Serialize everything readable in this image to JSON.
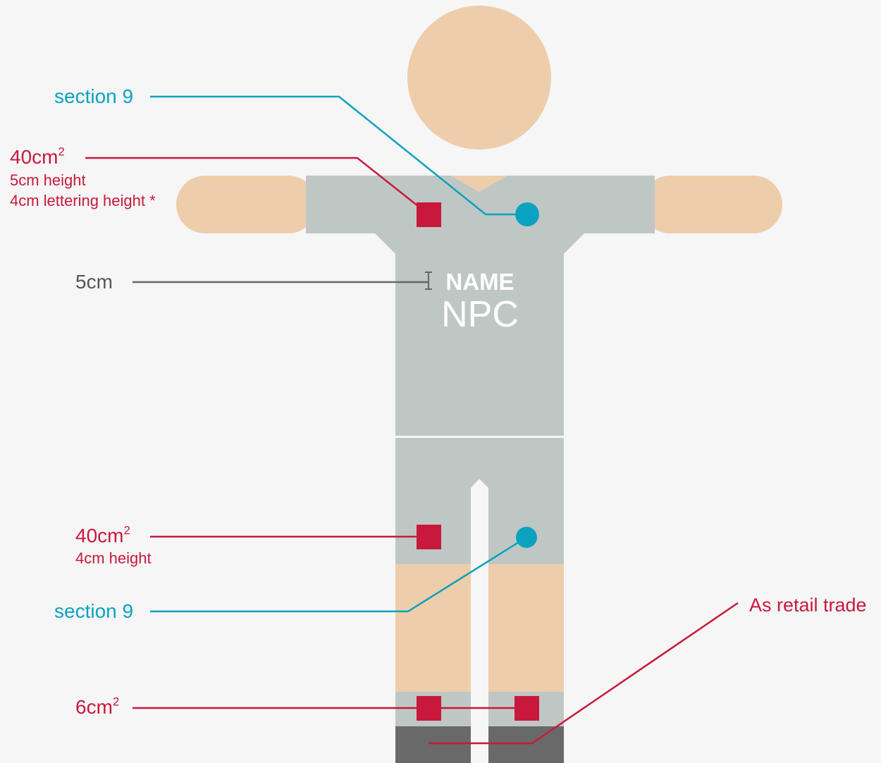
{
  "labels": {
    "section9_top": "section 9",
    "chest_logo_area": "40cm",
    "chest_logo_unit_exp": "2",
    "chest_logo_height": "5cm height",
    "chest_logo_lettering": "4cm lettering height *",
    "name_gap": "5cm",
    "shorts_logo_area": "40cm",
    "shorts_logo_unit_exp": "2",
    "shorts_logo_height": "4cm height",
    "section9_bottom": "section 9",
    "sock_logo_area": "6cm",
    "sock_logo_unit_exp": "2",
    "shoes": "As retail trade"
  },
  "shirt": {
    "name": "NAME",
    "npc": "NPC"
  },
  "colors": {
    "background": "#f6f6f6",
    "skin": "#eecdab",
    "kit": "#bfc7c5",
    "shoes": "#696969",
    "accent_red": "#c8193c",
    "accent_cyan": "#0aa2c0",
    "measure_grey": "#666666"
  }
}
